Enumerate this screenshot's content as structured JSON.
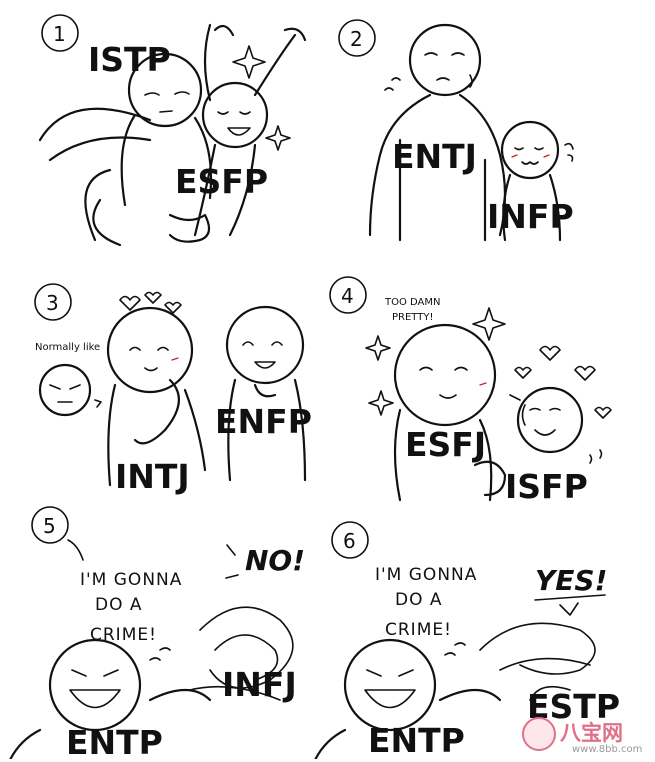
{
  "panels": [
    {
      "number": "1",
      "labels": [
        "ISTP",
        "ESFP"
      ]
    },
    {
      "number": "2",
      "labels": [
        "ENTJ",
        "INFP"
      ]
    },
    {
      "number": "3",
      "labels": [
        "ENFP",
        "INTJ"
      ],
      "caption": "Normally like"
    },
    {
      "number": "4",
      "labels": [
        "ESFJ",
        "ISFP"
      ],
      "caption_line1": "TOO DAMN",
      "caption_line2": "PRETTY!"
    },
    {
      "number": "5",
      "labels": [
        "INFJ",
        "ENTP"
      ],
      "line1": "I'M GONNA",
      "line2": "DO A",
      "line3": "CRIME!",
      "shout": "NO!"
    },
    {
      "number": "6",
      "labels": [
        "ESTP",
        "ENTP"
      ],
      "line1": "I'M GONNA",
      "line2": "DO A",
      "line3": "CRIME!",
      "shout": "YES!"
    }
  ],
  "watermark": {
    "brand": "八宝网",
    "url": "www.8bb.com"
  }
}
